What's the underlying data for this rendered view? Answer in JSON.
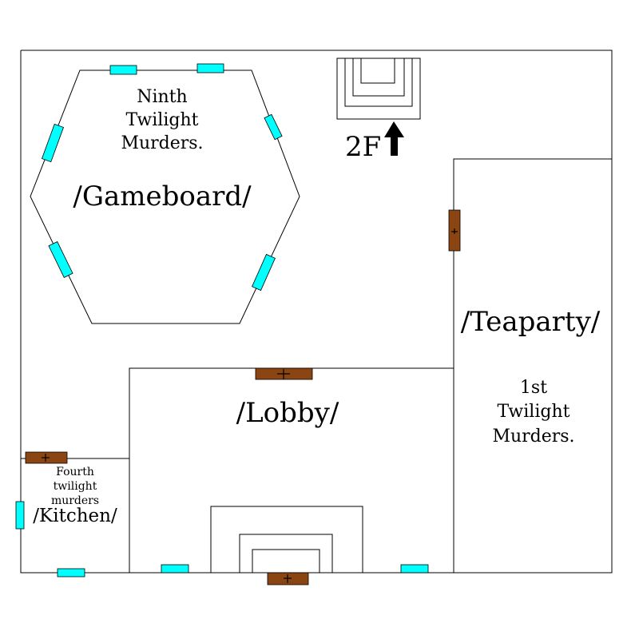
{
  "rooms": {
    "gameboard": {
      "label": "/Gameboard/",
      "note": [
        "Ninth",
        "Twilight",
        "Murders."
      ]
    },
    "teaparty": {
      "label": "/Teaparty/",
      "note": [
        "1st",
        "Twilight",
        "Murders."
      ]
    },
    "lobby": {
      "label": "/Lobby/"
    },
    "kitchen": {
      "label": "/Kitchen/",
      "note": [
        "Fourth",
        "twilight",
        "murders"
      ]
    }
  },
  "stairs": {
    "label": "2F"
  },
  "colors": {
    "wall": "#000000",
    "window": "#00ffff",
    "door": "#8b4513",
    "background": "#ffffff"
  }
}
